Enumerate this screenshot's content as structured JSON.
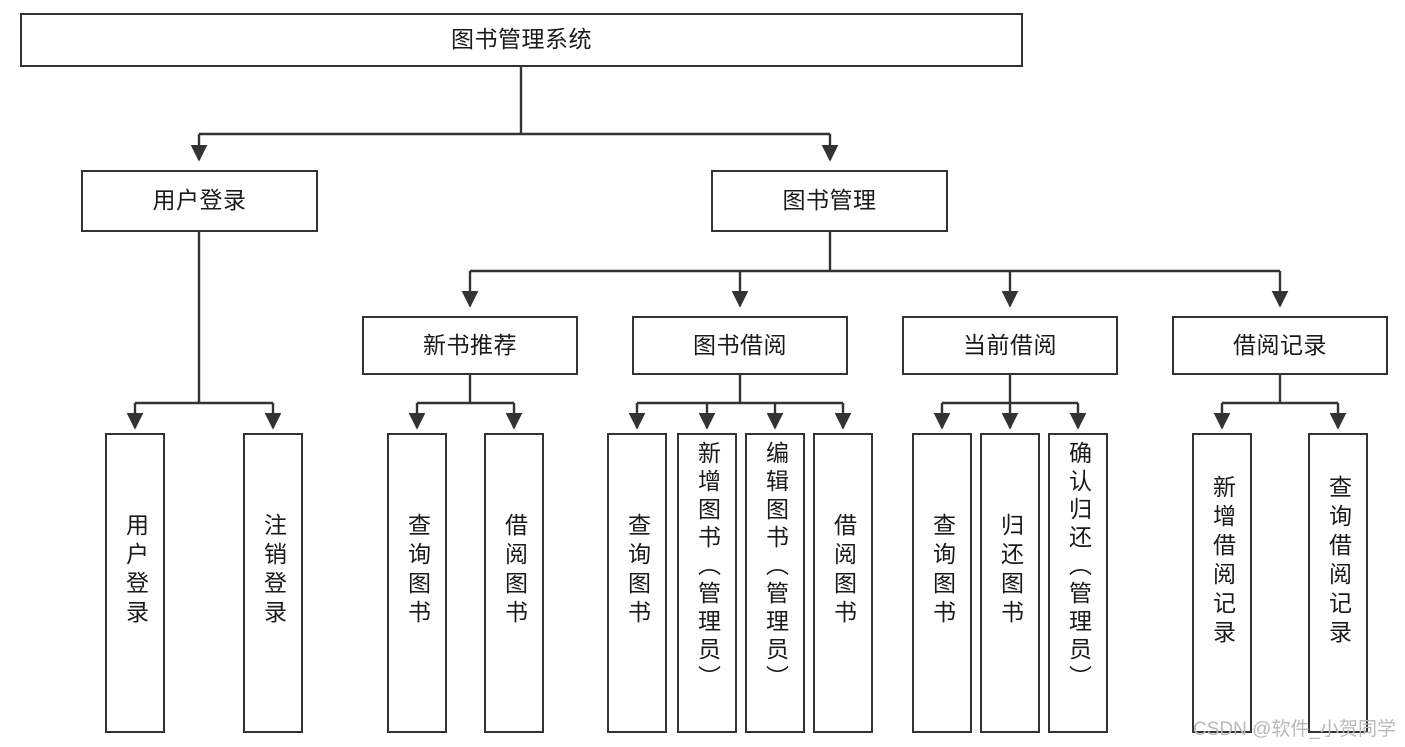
{
  "diagram": {
    "type": "tree-hierarchy-chart",
    "title_text": "图书管理系统",
    "orientation": "top-down",
    "box_border_color": "#333333",
    "box_fill_color": "#ffffff",
    "text_color": "#1a1a1a",
    "watermark": "CSDN @软件_小贺同学"
  },
  "nodes": {
    "root": {
      "label": "图书管理系统",
      "level": 1
    },
    "level2": [
      {
        "id": "user-login",
        "label": "用户登录"
      },
      {
        "id": "book-management",
        "label": "图书管理"
      }
    ],
    "level3": [
      {
        "id": "new-book-recommend",
        "label": "新书推荐"
      },
      {
        "id": "book-borrow",
        "label": "图书借阅"
      },
      {
        "id": "current-borrow",
        "label": "当前借阅"
      },
      {
        "id": "borrow-record",
        "label": "借阅记录"
      }
    ],
    "leaves": {
      "user-login": [
        {
          "id": "leaf-user-login",
          "label": "用户登录"
        },
        {
          "id": "leaf-logout-login",
          "label": "注销登录"
        }
      ],
      "new-book-recommend": [
        {
          "id": "leaf-query-book-1",
          "label": "查询图书"
        },
        {
          "id": "leaf-borrow-book-1",
          "label": "借阅图书"
        }
      ],
      "book-borrow": [
        {
          "id": "leaf-query-book-2",
          "label": "查询图书"
        },
        {
          "id": "leaf-add-book",
          "label": "新增图书（管理员）"
        },
        {
          "id": "leaf-edit-book",
          "label": "编辑图书（管理员）"
        },
        {
          "id": "leaf-borrow-book-2",
          "label": "借阅图书"
        }
      ],
      "current-borrow": [
        {
          "id": "leaf-query-book-3",
          "label": "查询图书"
        },
        {
          "id": "leaf-return-book",
          "label": "归还图书"
        },
        {
          "id": "leaf-confirm-return",
          "label": "确认归还（管理员）"
        }
      ],
      "borrow-record": [
        {
          "id": "leaf-add-record",
          "label": "新增借阅记录"
        },
        {
          "id": "leaf-query-record",
          "label": "查询借阅记录"
        }
      ]
    }
  }
}
